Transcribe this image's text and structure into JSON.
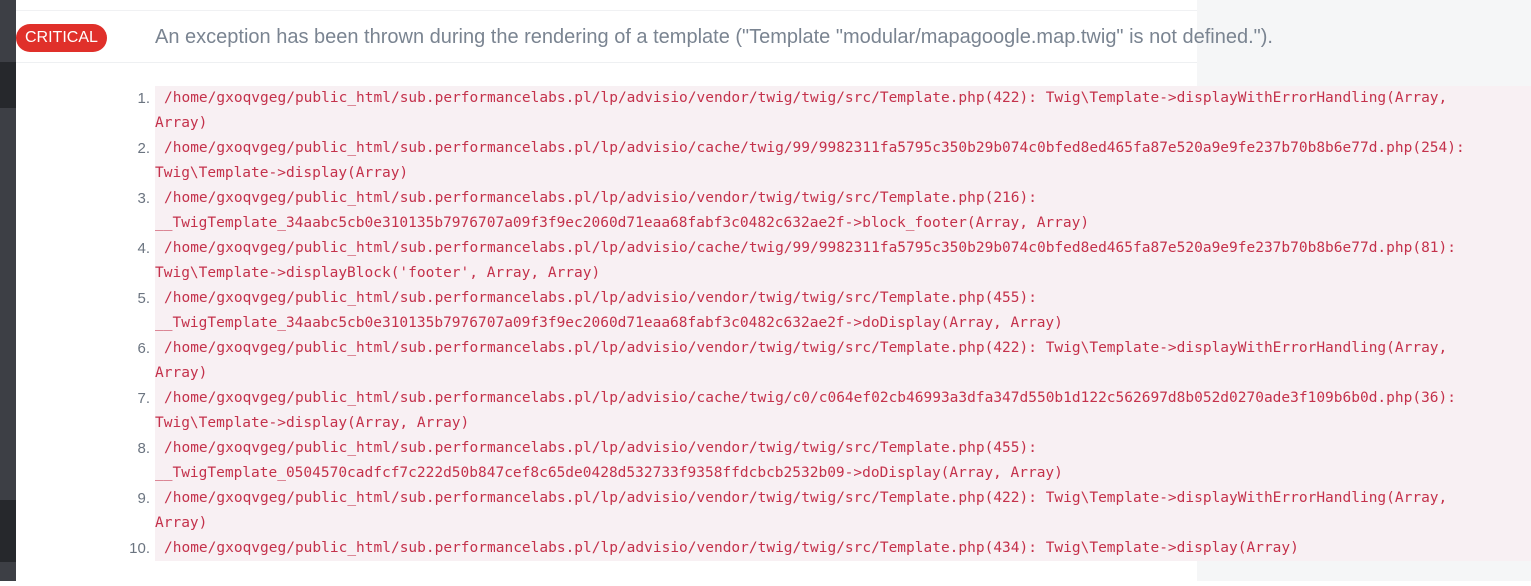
{
  "log": {
    "level": "CRITICAL",
    "message": "An exception has been thrown during the rendering of a template (\"Template \"modular/mapagoogle.map.twig\" is not defined.\").",
    "level_color": "#e0302a",
    "trace": [
      {
        "num": "1.",
        "line1": "/home/gxoqvgeg/public_html/sub.performancelabs.pl/lp/advisio/vendor/twig/twig/src/Template.php(422): Twig\\Template->displayWithErrorHandling(Array,",
        "line2": "Array)"
      },
      {
        "num": "2.",
        "line1": "/home/gxoqvgeg/public_html/sub.performancelabs.pl/lp/advisio/cache/twig/99/9982311fa5795c350b29b074c0bfed8ed465fa87e520a9e9fe237b70b8b6e77d.php(254):",
        "line2": "Twig\\Template->display(Array)"
      },
      {
        "num": "3.",
        "line1": "/home/gxoqvgeg/public_html/sub.performancelabs.pl/lp/advisio/vendor/twig/twig/src/Template.php(216):",
        "line2": "__TwigTemplate_34aabc5cb0e310135b7976707a09f3f9ec2060d71eaa68fabf3c0482c632ae2f->block_footer(Array, Array)"
      },
      {
        "num": "4.",
        "line1": "/home/gxoqvgeg/public_html/sub.performancelabs.pl/lp/advisio/cache/twig/99/9982311fa5795c350b29b074c0bfed8ed465fa87e520a9e9fe237b70b8b6e77d.php(81):",
        "line2": "Twig\\Template->displayBlock('footer', Array, Array)"
      },
      {
        "num": "5.",
        "line1": "/home/gxoqvgeg/public_html/sub.performancelabs.pl/lp/advisio/vendor/twig/twig/src/Template.php(455):",
        "line2": "__TwigTemplate_34aabc5cb0e310135b7976707a09f3f9ec2060d71eaa68fabf3c0482c632ae2f->doDisplay(Array, Array)"
      },
      {
        "num": "6.",
        "line1": "/home/gxoqvgeg/public_html/sub.performancelabs.pl/lp/advisio/vendor/twig/twig/src/Template.php(422): Twig\\Template->displayWithErrorHandling(Array,",
        "line2": "Array)"
      },
      {
        "num": "7.",
        "line1": "/home/gxoqvgeg/public_html/sub.performancelabs.pl/lp/advisio/cache/twig/c0/c064ef02cb46993a3dfa347d550b1d122c562697d8b052d0270ade3f109b6b0d.php(36):",
        "line2": "Twig\\Template->display(Array, Array)"
      },
      {
        "num": "8.",
        "line1": "/home/gxoqvgeg/public_html/sub.performancelabs.pl/lp/advisio/vendor/twig/twig/src/Template.php(455):",
        "line2": "__TwigTemplate_0504570cadfcf7c222d50b847cef8c65de0428d532733f9358ffdcbcb2532b09->doDisplay(Array, Array)"
      },
      {
        "num": "9.",
        "line1": "/home/gxoqvgeg/public_html/sub.performancelabs.pl/lp/advisio/vendor/twig/twig/src/Template.php(422): Twig\\Template->displayWithErrorHandling(Array,",
        "line2": "Array)"
      },
      {
        "num": "10.",
        "line1": "/home/gxoqvgeg/public_html/sub.performancelabs.pl/lp/advisio/vendor/twig/twig/src/Template.php(434): Twig\\Template->display(Array)",
        "line2": ""
      }
    ]
  }
}
